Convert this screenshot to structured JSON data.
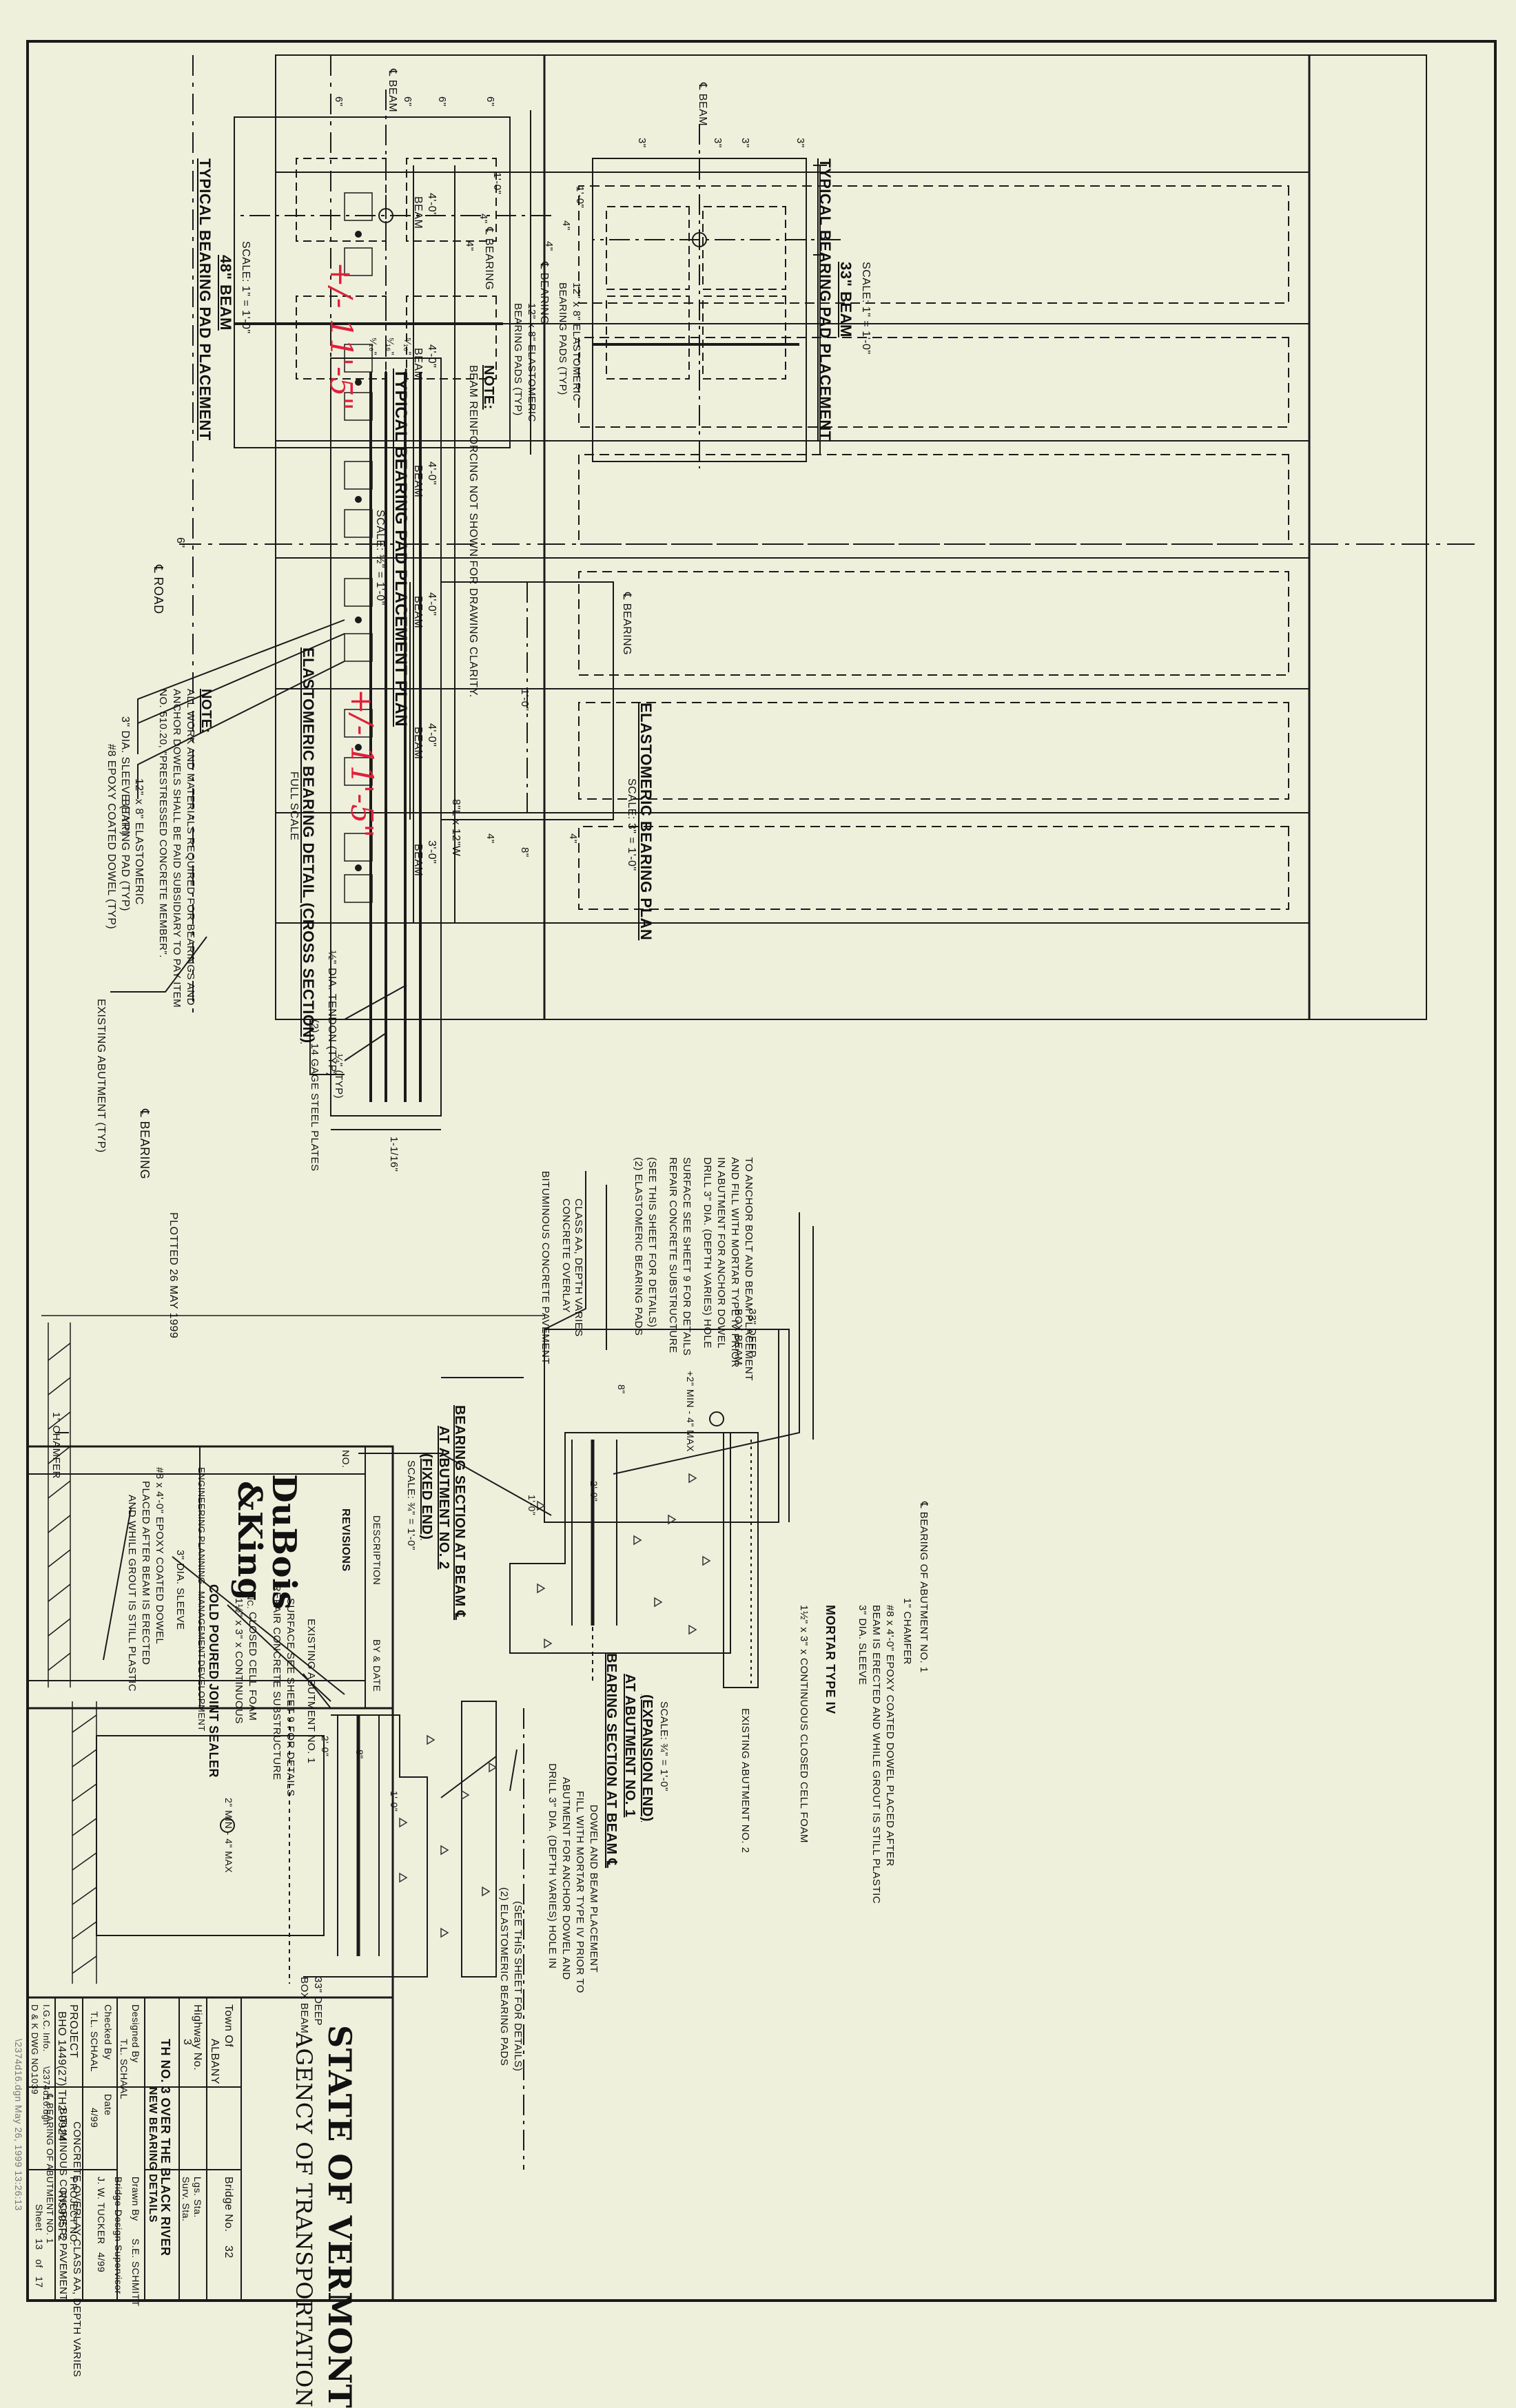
{
  "plan": {
    "road_cl": "℄ ROAD",
    "bearing_cl": "℄ BEARING",
    "sleeve": "3\" DIA. SLEEVE (TYP)",
    "dowel": "#8 EPOXY COATED DOWEL (TYP)",
    "pad_line1": "12\" x 8\" ELASTOMERIC",
    "pad_line2": "BEARING PAD (TYP)",
    "abutment": "EXISTING ABUTMENT (TYP)",
    "tendon": "½\" DIA. TENDON (TYP)",
    "beam_widths": [
      "4'-0\"",
      "4'-0\"",
      "4'-0\"",
      "4'-0\"",
      "4'-0\"",
      "3'-0\""
    ],
    "beam_word": "BEAM",
    "six_in": "6\"",
    "title": "TYPICAL BEARING PAD PLACEMENT PLAN",
    "scale": "SCALE: ½\" = 1'-0\"",
    "note_head": "NOTE:",
    "note": "BEAM REINFORCING NOT SHOWN FOR DRAWING CLARITY.",
    "red_left": "+/- 11'-5\"",
    "red_right": "+/- 11'-5\""
  },
  "pad33": {
    "title1": "TYPICAL BEARING PAD PLACEMENT",
    "title2": "33\" BEAM",
    "scale": "SCALE: 1\" = 1'-0\"",
    "beam_cl": "℄ BEAM",
    "bearing_cl": "℄ BEARING",
    "pad_line1": "12\" x 8\" ELASTOMERIC",
    "pad_line2": "BEARING PADS (TYP)",
    "dims_top": [
      "3\"",
      "3\"",
      "3\"",
      "3\""
    ],
    "dim_1ft": "1'-0\"",
    "dim_4a": "4\"",
    "dim_4b": "4\""
  },
  "pad48": {
    "title1": "TYPICAL BEARING PAD PLACEMENT",
    "title2": "48\" BEAM",
    "scale": "SCALE: 1\" = 1'-0\"",
    "beam_cl": "℄ BEAM",
    "bearing_cl": "℄ BEARING",
    "pad_line1": "12\" x 8\" ELASTOMERIC",
    "pad_line2": "BEARING PADS (TYP)",
    "dims_top": [
      "6\"",
      "6\"",
      "6\"",
      "6\""
    ],
    "dim_1ft": "1'-0\"",
    "dim_4a": "4\"",
    "dim_4b": "4\""
  },
  "eplan": {
    "title": "ELASTOMERIC BEARING PLAN",
    "scale": "SCALE: 3\" = 1'-0\"",
    "bearing_cl": "℄ BEARING",
    "dim_1ft": "1'-0\"",
    "dim_4a": "4\"",
    "dim_4b": "4\"",
    "dim_8": "8\""
  },
  "edetail": {
    "title": "ELASTOMERIC BEARING DETAIL (CROSS SECTION)",
    "scale": "FULL SCALE",
    "size": "8\"L x 12\"W",
    "dim_a": "⁵⁄₁₆\"",
    "dim_b": "⁵⁄₁₆\"",
    "dim_c": "⁵⁄₁₆\"",
    "typ": "¼\" (TYP)",
    "height": "1-1/16\"",
    "plates": "(2) - 14 GAGE STEEL PLATES",
    "note_head": "NOTE:",
    "note1": "ALL WORK AND MATERIALS REQUIRED FOR BEARINGS AND",
    "note2": "ANCHOR DOWELS SHALL BE PAID SUBSIDIARY TO PAY ITEM",
    "note3": "NO. 510.20, \"PRESTRESSED CONCRETE MEMBER\".",
    "plotted": "PLOTTED 26 MAY 1999"
  },
  "sec2": {
    "title1": "BEARING SECTION AT BEAM ℄",
    "title2": "AT ABUTMENT NO. 2",
    "title3": "(FIXED END)",
    "scale": "SCALE: ¾\" = 1'-0\"",
    "l1": "BITUMINOUS CONCRETE PAVEMENT",
    "l2a": "CONCRETE OVERLAY",
    "l2b": "CLASS AA, DEPTH VARIES",
    "l3a": "(2) ELASTOMERIC BEARING PADS",
    "l3b": "(SEE THIS SHEET FOR DETAILS)",
    "l4a": "REPAIR CONCRETE SUBSTRUCTURE",
    "l4b": "SURFACE SEE SHEET 9 FOR DETAILS",
    "l5a": "DRILL 3\" DIA. (DEPTH VARIES) HOLE",
    "l5b": "IN ABUTMENT FOR ANCHOR DOWEL",
    "l5c": "AND FILL WITH MORTAR TYPE IV PRIOR",
    "l5d": "TO ANCHOR BOLT AND BEAM PLACEMENT",
    "box1": "33\" DEEP",
    "box2": "BOX BEAM",
    "gap": "+2\" MIN - 4\" MAX",
    "r1": "℄ BEARING OF ABUTMENT NO. 1",
    "r2": "1\" CHAMFER",
    "r3a": "#8 x 4'-0\" EPOXY COATED DOWEL PLACED AFTER",
    "r3b": "BEAM IS ERECTED AND WHILE GROUT IS STILL PLASTIC",
    "r4": "3\" DIA. SLEEVE",
    "r5": "MORTAR TYPE IV",
    "r6": "1½\" x 3\" x CONTINUOUS CLOSED CELL FOAM",
    "r7": "EXISTING ABUTMENT NO. 2",
    "d1": "8\"",
    "d2": "2'-0\"",
    "d3": "1'-0\""
  },
  "sec1": {
    "title1": "BEARING SECTION AT BEAM ℄",
    "title2": "AT ABUTMENT NO. 1",
    "title3": "(EXPANSION END)",
    "scale": "SCALE: ¾\" = 1'-0\"",
    "a1": "1\" CHAMFER",
    "a2a": "#8 x 4'-0\" EPOXY COATED DOWEL",
    "a2b": "PLACED AFTER BEAM IS ERECTED",
    "a2c": "AND WHILE GROUT IS STILL PLASTIC",
    "a3": "3\" DIA. SLEEVE",
    "a4": "COLD POURED JOINT SEALER",
    "a5a": "1½\" x 3\" x CONTINUOUS",
    "a5b": "CLOSED CELL FOAM",
    "a6a": "REPAIR CONCRETE SUBSTRUCTURE",
    "a6b": "SURFACE SEE SHEET 9 FOR DETAILS",
    "a7": "EXISTING ABUTMENT NO. 1",
    "b1": "℄ BEARING OF ABUTMENT NO. 1",
    "b2": "BITUMINOUS CONCRETE PAVEMENT",
    "b3": "CONCRETE OVERLAY CLASS AA, DEPTH VARIES",
    "b4a": "DRILL 3\" DIA. (DEPTH VARIES) HOLE IN",
    "b4b": "ABUTMENT FOR ANCHOR DOWEL AND",
    "b4c": "FILL WITH MORTAR TYPE IV PRIOR TO",
    "b4d": "DOWEL AND BEAM PLACEMENT",
    "b5a": "(2) ELASTOMERIC BEARING PADS",
    "b5b": "(SEE THIS SHEET FOR DETAILS)",
    "gap": "2\" MIN - 4\" MAX",
    "box1": "33\" DEEP",
    "box2": "BOX BEAM",
    "d1": "8\"",
    "d2": "2'-0\"",
    "d3": "1'-0\""
  },
  "titleblock": {
    "revisions": "REVISIONS",
    "col_no": "NO.",
    "col_desc": "DESCRIPTION",
    "col_by": "BY & DATE",
    "logo1": "DuBois",
    "logo2": "&King",
    "logo_inc": "INC.",
    "services": [
      "ENGINEERING",
      "PLANNING",
      "MANAGEMENT",
      "DEVELOPMENT"
    ],
    "state1": "STATE OF VERMONT",
    "state2": "AGENCY OF TRANSPORTATION",
    "town_label": "Town Of",
    "town": "ALBANY",
    "bridge_label": "Bridge No.",
    "bridge": "32",
    "hwy_label": "Highway No.",
    "hwy": "3",
    "lgsta": "Lgs. Sta.",
    "survsta": "Surv. Sta.",
    "proj_title": "TH NO. 3 OVER THE BLACK RIVER",
    "sheet_title": "NEW BEARING DETAILS",
    "designed_label": "Designed By",
    "designed": "T.L. SCHAAL",
    "drawn_label": "Drawn By",
    "drawn": "S.E. SCHMITT",
    "checked_label": "Checked By",
    "checked": "T.L. SCHAAL",
    "date_label": "Date",
    "date1": "4/99",
    "supervisor_label": "Bridge Design Supervisor",
    "supervisor": "J. W. TUCKER",
    "date2": "4/99",
    "project_label": "PROJECT",
    "project": "BHO 1449(27) TH2-9924",
    "project_no_label": "PROJECT NO.",
    "project_no": "RI5995F2",
    "igc_label": "I.G.C. Info.",
    "igc": "\\2374d16.dgn",
    "dk_label": "D & K DWG NO.",
    "dk": "1039",
    "sheet_label": "Sheet",
    "sheet": "13",
    "of_label": "of",
    "of": "17"
  },
  "footer": "\\2374d16.dgn   May 26, 1999   13:26:13"
}
